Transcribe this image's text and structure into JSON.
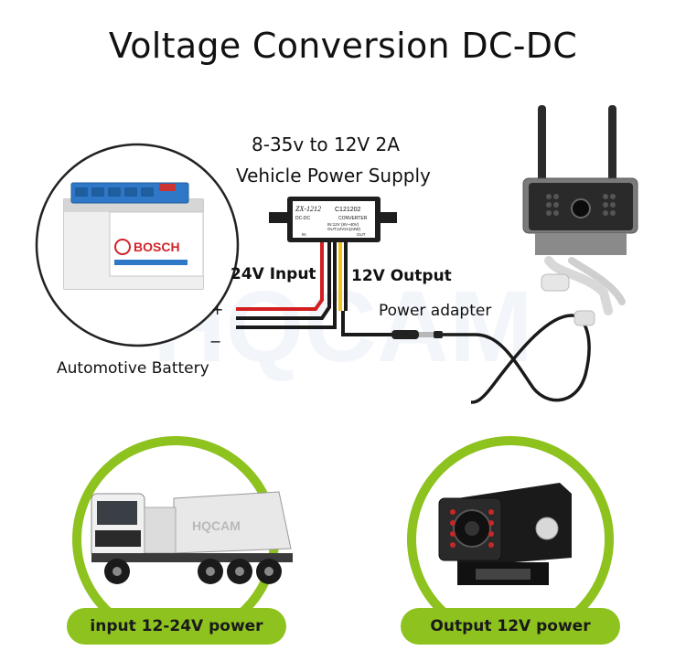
{
  "title": "Voltage Conversion DC-DC",
  "converter": {
    "spec": "8-35v to 12V 2A",
    "subtitle": "Vehicle Power Supply",
    "model": "ZX-1212",
    "code": "C121202",
    "type": "DC-DC",
    "kind": "CONVERTER",
    "in_spec": "IN:12V (8V~40V)",
    "out_spec": "OUT:12V2A(24W)",
    "in_terminal": "IN",
    "out_terminal": "OUT"
  },
  "labels": {
    "input": "24V Input",
    "output": "12V Output",
    "adapter": "Power adapter",
    "battery": "Automotive Battery",
    "plus": "+",
    "minus": "−"
  },
  "battery": {
    "brand": "BOSCH"
  },
  "watermark": "HQCAM",
  "truck_watermark": "HQCAM",
  "bottom": {
    "input_power": "input 12-24V power",
    "output_power": "Output 12V power"
  },
  "colors": {
    "accent_green": "#8dc21f",
    "battery_blue": "#2f78c8",
    "brand_red": "#d2232a",
    "wire_red": "#d21e1e",
    "wire_black": "#1a1a1a",
    "wire_yellow": "#f2c21a"
  }
}
